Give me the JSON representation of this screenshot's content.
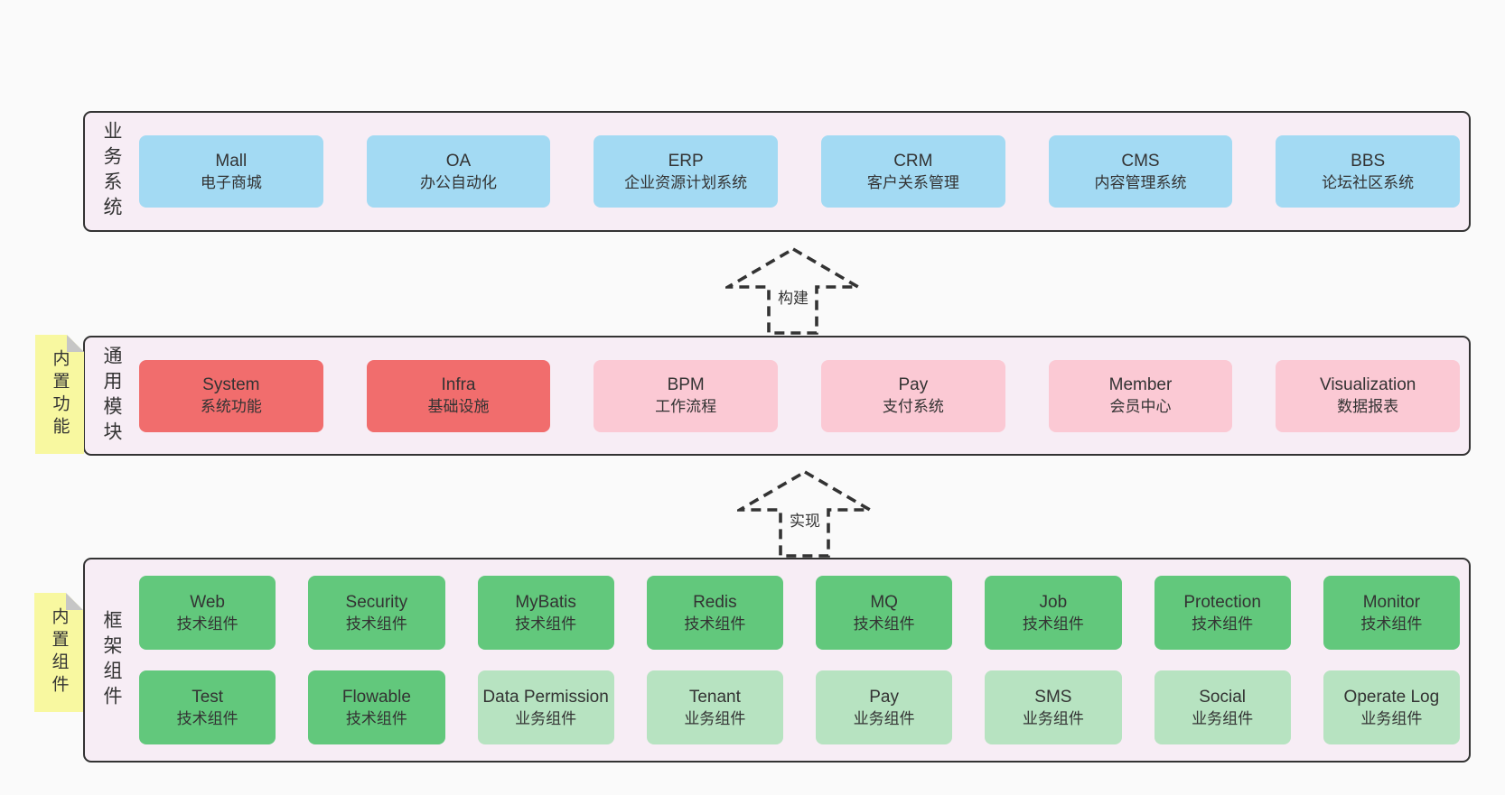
{
  "colors": {
    "page_bg": "#FAFAFA",
    "panel_bg": "#F7EDF5",
    "panel_border": "#333333",
    "blue": "#A3DAF3",
    "red": "#F16D6D",
    "pink": "#FBC9D4",
    "green": "#62C87C",
    "light_green": "#B7E3C1",
    "sticky_yellow": "#F8F8A0",
    "text": "#333333"
  },
  "layers": [
    {
      "id": "business-systems",
      "label": "业务系统",
      "boxes": [
        {
          "name": "Mall",
          "desc": "电子商城",
          "variant": "blue"
        },
        {
          "name": "OA",
          "desc": "办公自动化",
          "variant": "blue"
        },
        {
          "name": "ERP",
          "desc": "企业资源计划系统",
          "variant": "blue"
        },
        {
          "name": "CRM",
          "desc": "客户关系管理",
          "variant": "blue"
        },
        {
          "name": "CMS",
          "desc": "内容管理系统",
          "variant": "blue"
        },
        {
          "name": "BBS",
          "desc": "论坛社区系统",
          "variant": "blue"
        }
      ]
    },
    {
      "id": "common-modules",
      "label": "通用模块",
      "sticky": "内置功能",
      "boxes": [
        {
          "name": "System",
          "desc": "系统功能",
          "variant": "red"
        },
        {
          "name": "Infra",
          "desc": "基础设施",
          "variant": "red"
        },
        {
          "name": "BPM",
          "desc": "工作流程",
          "variant": "pink"
        },
        {
          "name": "Pay",
          "desc": "支付系统",
          "variant": "pink"
        },
        {
          "name": "Member",
          "desc": "会员中心",
          "variant": "pink"
        },
        {
          "name": "Visualization",
          "desc": "数据报表",
          "variant": "pink"
        }
      ]
    },
    {
      "id": "framework-components",
      "label": "框架组件",
      "sticky": "内置组件",
      "rows": [
        [
          {
            "name": "Web",
            "desc": "技术组件",
            "variant": "green"
          },
          {
            "name": "Security",
            "desc": "技术组件",
            "variant": "green"
          },
          {
            "name": "MyBatis",
            "desc": "技术组件",
            "variant": "green"
          },
          {
            "name": "Redis",
            "desc": "技术组件",
            "variant": "green"
          },
          {
            "name": "MQ",
            "desc": "技术组件",
            "variant": "green"
          },
          {
            "name": "Job",
            "desc": "技术组件",
            "variant": "green"
          },
          {
            "name": "Protection",
            "desc": "技术组件",
            "variant": "green"
          },
          {
            "name": "Monitor",
            "desc": "技术组件",
            "variant": "green"
          }
        ],
        [
          {
            "name": "Test",
            "desc": "技术组件",
            "variant": "green"
          },
          {
            "name": "Flowable",
            "desc": "技术组件",
            "variant": "green"
          },
          {
            "name": "Data Permission",
            "desc": "业务组件",
            "variant": "lgreen"
          },
          {
            "name": "Tenant",
            "desc": "业务组件",
            "variant": "lgreen"
          },
          {
            "name": "Pay",
            "desc": "业务组件",
            "variant": "lgreen"
          },
          {
            "name": "SMS",
            "desc": "业务组件",
            "variant": "lgreen"
          },
          {
            "name": "Social",
            "desc": "业务组件",
            "variant": "lgreen"
          },
          {
            "name": "Operate Log",
            "desc": "业务组件",
            "variant": "lgreen"
          }
        ]
      ]
    }
  ],
  "arrows": [
    {
      "label": "构建"
    },
    {
      "label": "实现"
    }
  ]
}
